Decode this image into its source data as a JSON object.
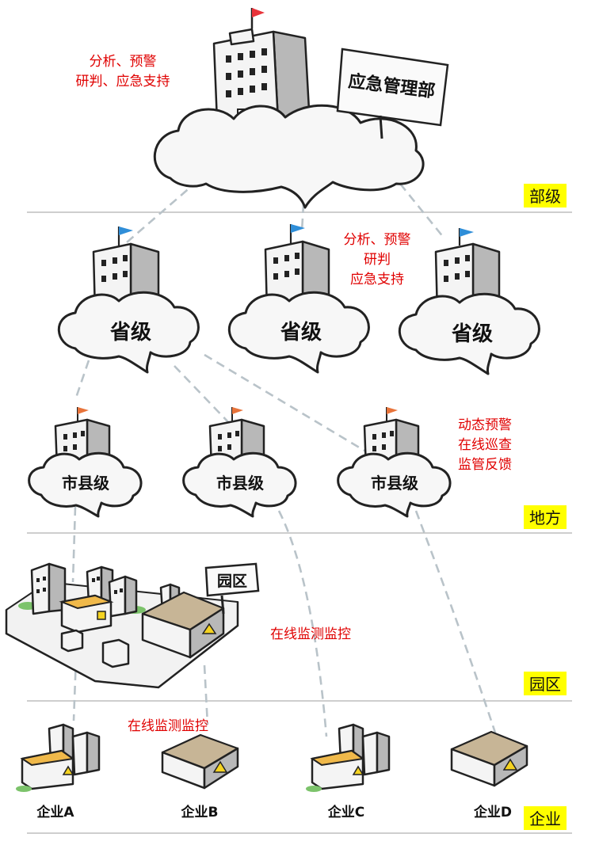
{
  "levels": {
    "ministry": "部级",
    "local": "地方",
    "park": "园区",
    "enterprise": "企业"
  },
  "ministry": {
    "sign": "应急管理部",
    "note_line1": "分析、预警",
    "note_line2": "研判、应急支持"
  },
  "province": {
    "labels": [
      "省级",
      "省级",
      "省级"
    ],
    "note_line1": "分析、预警",
    "note_line2": "研判",
    "note_line3": "应急支持"
  },
  "city": {
    "labels": [
      "市县级",
      "市县级",
      "市县级"
    ],
    "note_line1": "动态预警",
    "note_line2": "在线巡查",
    "note_line3": "监管反馈"
  },
  "park": {
    "sign": "园区",
    "note": "在线监测监控"
  },
  "enterprise": {
    "note": "在线监测监控",
    "names": [
      "企业A",
      "企业B",
      "企业C",
      "企业D"
    ]
  },
  "colors": {
    "flag_ministry": "#e8333a",
    "flag_province": "#2f8ed8",
    "flag_city": "#e8743b",
    "note_text": "#e00000",
    "level_tag_bg": "#ffff00"
  }
}
